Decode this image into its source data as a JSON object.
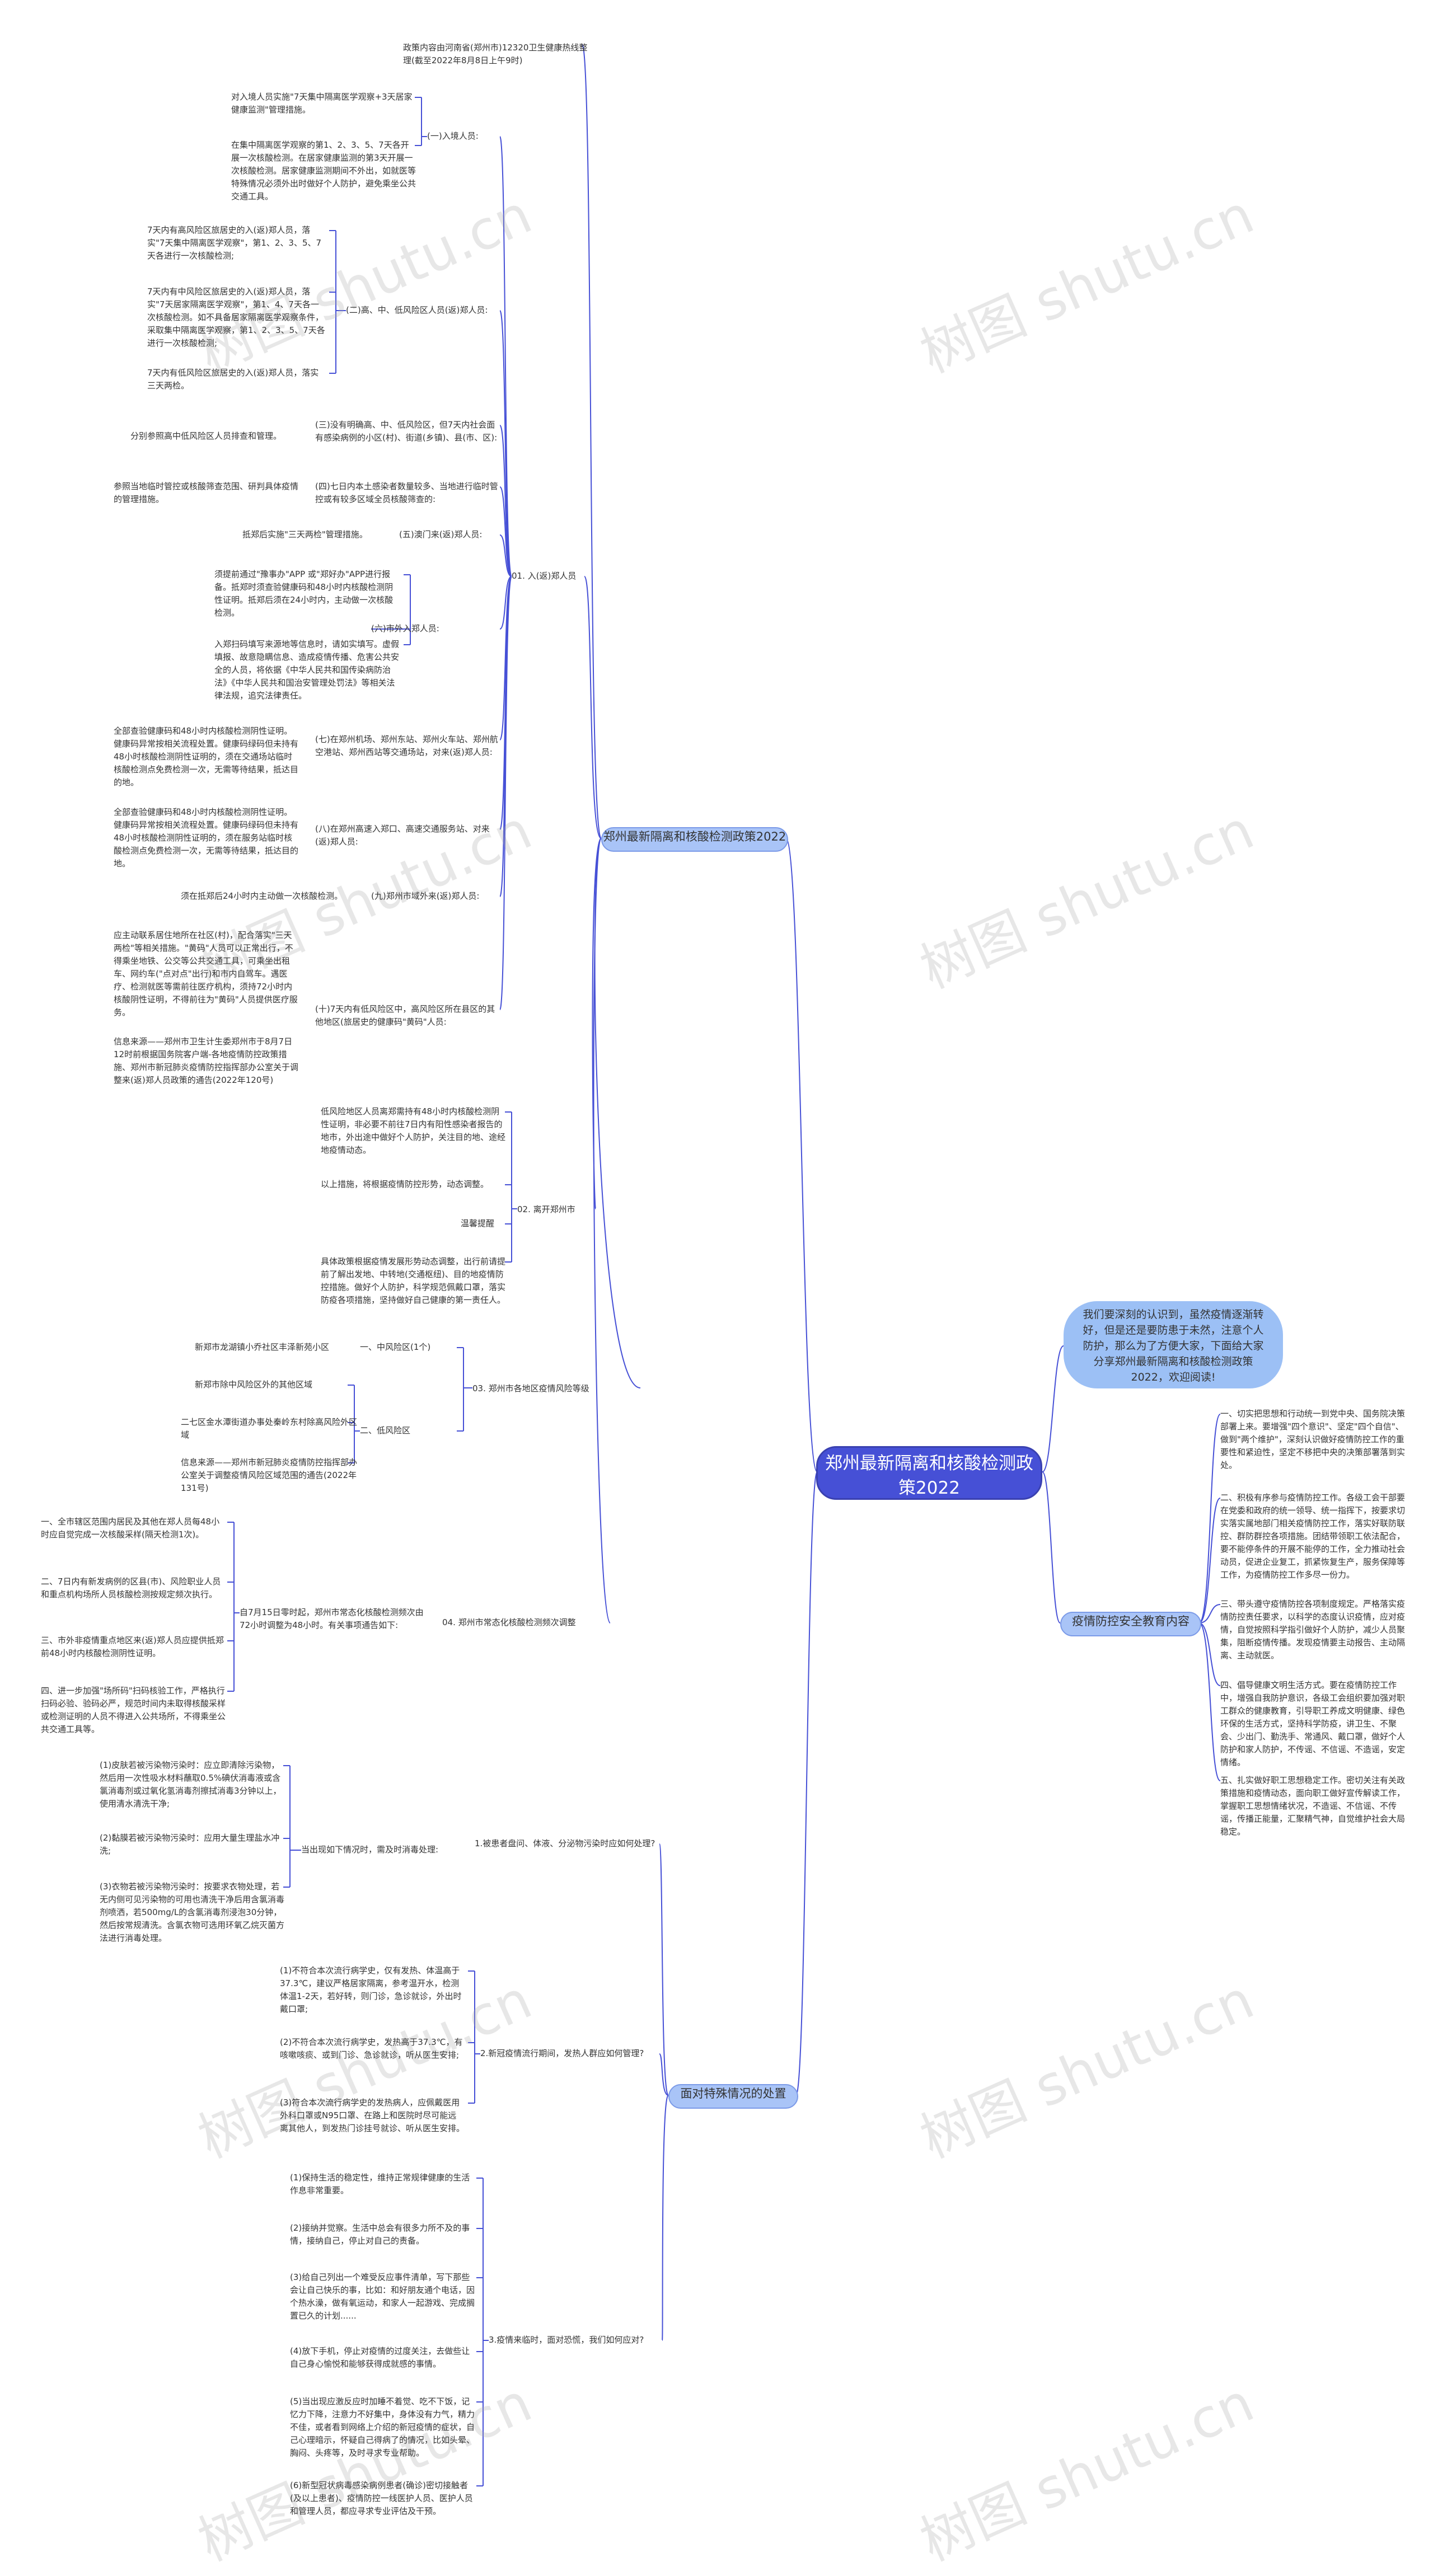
{
  "root": "郑州最新隔离和核酸检测政策2022",
  "intro": "我们要深刻的认识到，虽然疫情逐渐转好，但是还是要防患于未然，注意个人防护，那么为了方便大家，下面给大家分享郑州最新隔离和核酸检测政策2022，欢迎阅读!",
  "watermark": "树图 shutu.cn",
  "branch1": {
    "title": "郑州最新隔离和核酸检测政策2022",
    "source": "政策内容由河南省(郑州市)12320卫生健康热线整理(截至2022年8月8日上午9时)",
    "s1": {
      "title": "01. 入(返)郑人员",
      "g1": {
        "label": "(一)入境人员:",
        "a": "对入境人员实施\"7天集中隔离医学观察+3天居家健康监测\"管理措施。",
        "b": "在集中隔离医学观察的第1、2、3、5、7天各开展一次核酸检测。在居家健康监测的第3天开展一次核酸检测。居家健康监测期间不外出，如就医等特殊情况必须外出时做好个人防护，避免乘坐公共交通工具。"
      },
      "g2": {
        "label": "(二)高、中、低风险区人员(返)郑人员:",
        "a": "7天内有高风险区旅居史的入(返)郑人员，落实\"7天集中隔离医学观察\"，第1、2、3、5、7天各进行一次核酸检测;",
        "b": "7天内有中风险区旅居史的入(返)郑人员，落实\"7天居家隔离医学观察\"，第1、4、7天各一次核酸检测。如不具备居家隔离医学观察条件，采取集中隔离医学观察，第1、2、3、5、7天各进行一次核酸检测;",
        "c": "7天内有低风险区旅居史的入(返)郑人员，落实三天两检。"
      },
      "g3": {
        "label": "(三)没有明确高、中、低风险区，但7天内社会面有感染病例的小区(村)、街道(乡镇)、县(市、区):",
        "a": "分别参照高中低风险区人员排查和管理。"
      },
      "g4": {
        "label": "(四)七日内本土感染者数量较多、当地进行临时管控或有较多区域全员核酸筛查的:",
        "a": "参照当地临时管控或核酸筛查范围、研判具体疫情的管理措施。"
      },
      "g5": {
        "label": "(五)澳门来(返)郑人员:",
        "a": "抵郑后实施\"三天两检\"管理措施。"
      },
      "g6": {
        "label": "(六)市外入郑人员:",
        "a": "须提前通过\"豫事办\"APP 或\"郑好办\"APP进行报备。抵郑时须查验健康码和48小时内核酸检测阴性证明。抵郑后须在24小时内，主动做一次核酸检测。",
        "b": "入郑扫码填写来源地等信息时，请如实填写。虚假填报、故意隐瞒信息、造成疫情传播、危害公共安全的人员，将依据《中华人民共和国传染病防治法》《中华人民共和国治安管理处罚法》等相关法律法规，追究法律责任。"
      },
      "g7": {
        "label": "(七)在郑州机场、郑州东站、郑州火车站、郑州航空港站、郑州西站等交通场站，对来(返)郑人员:",
        "a": "全部查验健康码和48小时内核酸检测阴性证明。健康码异常按相关流程处置。健康码绿码但未持有48小时核酸检测阴性证明的，须在交通场站临时核酸检测点免费检测一次，无需等待结果，抵达目的地。"
      },
      "g8": {
        "label": "(八)在郑州高速入郑口、高速交通服务站、对来(返)郑人员:",
        "a": "全部查验健康码和48小时内核酸检测阴性证明。健康码异常按相关流程处置。健康码绿码但未持有48小时核酸检测阴性证明的，须在服务站临时核酸检测点免费检测一次，无需等待结果，抵达目的地。"
      },
      "g9": {
        "label": "(九)郑州市域外来(返)郑人员:",
        "a": "须在抵郑后24小时内主动做一次核酸检测。"
      },
      "g10": {
        "label": "(十)7天内有低风险区中，高风险区所在县区的其他地区(旅居史的健康码\"黄码\"人员:",
        "a": "应主动联系居住地所在社区(村)，配合落实\"三天两检\"等相关措施。\"黄码\"人员可以正常出行，不得乘坐地铁、公交等公共交通工具，可乘坐出租车、网约车(\"点对点\"出行)和市内自驾车。遇医疗、检测就医等需前往医疗机构，须持72小时内核酸阴性证明，不得前往为\"黄码\"人员提供医疗服务。",
        "b": "信息来源——郑州市卫生计生委郑州市于8月7日12时前根据国务院客户端-各地疫情防控政策措施、郑州市新冠肺炎疫情防控指挥部办公室关于调整来(返)郑人员政策的通告(2022年120号)"
      }
    },
    "s2": {
      "title": "02. 离开郑州市",
      "a": "低风险地区人员离郑需持有48小时内核酸检测阴性证明，非必要不前往7日内有阳性感染者报告的地市，外出途中做好个人防护，关注目的地、途经地疫情动态。",
      "b": "以上措施，将根据疫情防控形势，动态调整。",
      "c": "温馨提醒",
      "d": "具体政策根据疫情发展形势动态调整，出行前请提前了解出发地、中转地(交通枢纽)、目的地疫情防控措施。做好个人防护，科学规范佩戴口罩，落实防疫各项措施，坚持做好自己健康的第一责任人。"
    },
    "s3": {
      "title": "03. 郑州市各地区疫情风险等级",
      "mid": {
        "label": "一、中风险区(1个)",
        "a": "新郑市龙湖镇小乔社区丰泽新苑小区"
      },
      "low": {
        "label": "二、低风险区",
        "a": "新郑市除中风险区外的其他区域",
        "b": "二七区金水潭街道办事处秦岭东村除高风险外区域",
        "c": "信息来源——郑州市新冠肺炎疫情防控指挥部办公室关于调整疫情风险区域范围的通告(2022年131号)"
      }
    },
    "s4": {
      "title": "04. 郑州市常态化核酸检测频次调整",
      "hub": "自7月15日零时起，郑州市常态化核酸检测频次由72小时调整为48小时。有关事项通告如下:",
      "a": "一、全市辖区范围内居民及其他在郑人员每48小时应自觉完成一次核酸采样(隔天检测1次)。",
      "b": "二、7日内有新发病例的区县(市)、风险职业人员和重点机构场所人员核酸检测按规定频次执行。",
      "c": "三、市外非疫情重点地区来(返)郑人员应提供抵郑前48小时内核酸检测阴性证明。",
      "d": "四、进一步加强\"场所码\"扫码核验工作，严格执行扫码必验、验码必严，规范时间内未取得核酸采样或检测证明的人员不得进入公共场所，不得乘坐公共交通工具等。"
    }
  },
  "branch2": {
    "title": "疫情防控安全教育内容",
    "a": "一、切实把思想和行动统一到党中央、国务院决策部署上来。要增强\"四个意识\"、坚定\"四个自信\"、做到\"两个维护\"，深刻认识做好疫情防控工作的重要性和紧迫性，坚定不移把中央的决策部署落到实处。",
    "b": "二、积极有序参与疫情防控工作。各级工会干部要在党委和政府的统一领导、统一指挥下，按要求切实落实属地部门相关疫情防控工作，落实好联防联控、群防群控各项措施。团结带领职工依法配合，要不能停条件的开展不能停的工作，全力推动社会动员，促进企业复工，抓紧恢复生产，服务保障等工作，为疫情防控工作多尽一份力。",
    "c": "三、带头遵守疫情防控各项制度规定。严格落实疫情防控责任要求，以科学的态度认识疫情，应对疫情，自觉按照科学指引做好个人防护，减少人员聚集，阻断疫情传播。发现疫情要主动报告、主动隔离、主动就医。",
    "d": "四、倡导健康文明生活方式。要在疫情防控工作中，增强自我防护意识，各级工会组织要加强对职工群众的健康教育，引导职工养成文明健康、绿色环保的生活方式，坚持科学防疫，讲卫生、不聚会、少出门、勤洗手、常通风、戴口罩，做好个人防护和家人防护，不传谣、不信谣、不造谣，安定情绪。",
    "e": "五、扎实做好职工思想稳定工作。密切关注有关政策措施和疫情动态，面向职工做好宣传解读工作，掌握职工思想情绪状况，不造谣、不信谣、不传谣，传播正能量，汇聚精气神，自觉维护社会大局稳定。"
  },
  "branch3": {
    "title": "面对特殊情况的处置",
    "s1": {
      "title": "1.被患者盘问、体液、分泌物污染时应如何处理?",
      "hub": "当出现如下情况时，需及时消毒处理:",
      "a": "(1)皮肤若被污染物污染时：应立即清除污染物，然后用一次性吸水材料蘸取0.5%碘伏消毒液或含氯消毒剂或过氧化氢消毒剂擦拭消毒3分钟以上，使用清水清洗干净;",
      "b": "(2)黏膜若被污染物污染时：应用大量生理盐水冲洗;",
      "c": "(3)衣物若被污染物污染时：按要求衣物处理，若无内侧可见污染物的可用也清洗干净后用含氯消毒剂喷洒，若500mg/L的含氯消毒剂浸泡30分钟，然后按常规清洗。含氯衣物可选用环氧乙烷灭菌方法进行消毒处理。"
    },
    "s2": {
      "title": "2.新冠疫情流行期间，发热人群应如何管理?",
      "a": "(1)不符合本次流行病学史，仅有发热、体温高于37.3℃，建议严格居家隔离，参考温开水，检测体温1-2天，若好转，则门诊，急诊就诊，外出时戴口罩;",
      "b": "(2)不符合本次流行病学史，发热高于37.3℃，有咳嗽咳痰、或到门诊、急诊就诊，听从医生安排;",
      "c": "(3)符合本次流行病学史的发热病人，应佩戴医用外科口罩或N95口罩、在路上和医院时尽可能远离其他人，到发热门诊挂号就诊、听从医生安排。"
    },
    "s3": {
      "title": "3.疫情来临时，面对恐慌，我们如何应对?",
      "a": "(1)保持生活的稳定性，维持正常规律健康的生活作息非常重要。",
      "b": "(2)接纳并觉察。生活中总会有很多力所不及的事情，接纳自己，停止对自己的责备。",
      "c": "(3)给自己列出一个难受反应事件清单，写下那些会让自己快乐的事，比如：和好朋友通个电话，因个热水澡，做有氧运动，和家人一起游戏、完成搁置已久的计划......",
      "d": "(4)放下手机，停止对疫情的过度关注，去做些让自己身心愉悦和能够获得成就感的事情。",
      "e": "(5)当出现应激反应时加睡不着觉、吃不下饭，记忆力下降，注意力不好集中，身体没有力气，精力不佳，或者看到网络上介绍的新冠疫情的症状，自己心理暗示，怀疑自己得病了的情况，比如头晕、胸闷、头疼等，及时寻求专业帮助。",
      "f": "(6)新型冠状病毒感染病例患者(确诊)密切接触者(及以上患者)、疫情防控一线医护人员、医护人员和管理人员，都应寻求专业评估及干预。"
    }
  }
}
